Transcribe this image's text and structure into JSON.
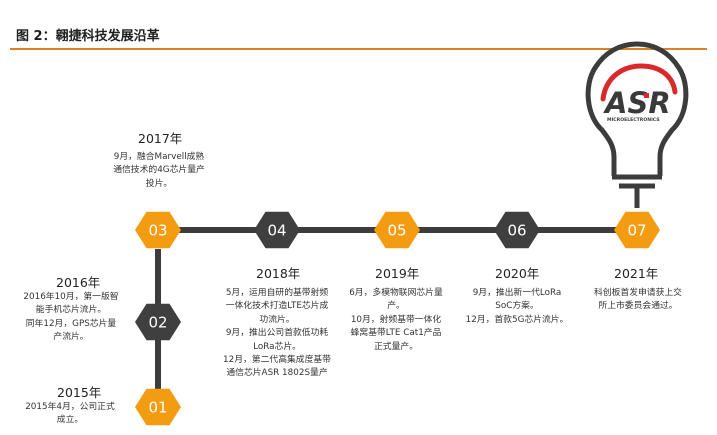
{
  "figure_title": "图 2：翱捷科技发展沿革",
  "colors": {
    "orange": "#F39C12",
    "dark": "#3F3F3F",
    "line": "#3C3C3C",
    "accent_rule": "#D9822B",
    "logo_red": "#D9292B"
  },
  "logo": {
    "main": "ASR",
    "sub": "MICROELECTRONICS"
  },
  "milestones": [
    {
      "num": "01",
      "year": "2015年",
      "lines": [
        "2015年4月，公司正式",
        "成立。"
      ]
    },
    {
      "num": "02",
      "year": "2016年",
      "lines": [
        "2016年10月，第一版智",
        "能手机芯片流片。",
        "同年12月，GPS芯片量",
        "产流片。"
      ]
    },
    {
      "num": "03",
      "year": "2017年",
      "lines": [
        "9月，融合Marvell成熟",
        "通信技术的4G芯片量产",
        "投片。"
      ]
    },
    {
      "num": "04",
      "year": "2018年",
      "lines": [
        "5月，运用自研的基带射频",
        "一体化技术打造LTE芯片成",
        "功流片。",
        "9月，推出公司首款低功耗",
        "LoRa芯片。",
        "12月，第二代高集成度基带",
        "通信芯片ASR 1802S量产"
      ]
    },
    {
      "num": "05",
      "year": "2019年",
      "lines": [
        "6月，多模物联网芯片量",
        "产。",
        "10月，射频基带一体化",
        "蜂窝基带LTE Cat1产品",
        "正式量产。"
      ]
    },
    {
      "num": "06",
      "year": "2020年",
      "lines": [
        "9月，推出新一代LoRa",
        "SoC方案。",
        "12月，首款5G芯片流片。"
      ]
    },
    {
      "num": "07",
      "year": "2021年",
      "lines": [
        "科创板首发申请获上交",
        "所上市委员会通过。"
      ]
    }
  ]
}
